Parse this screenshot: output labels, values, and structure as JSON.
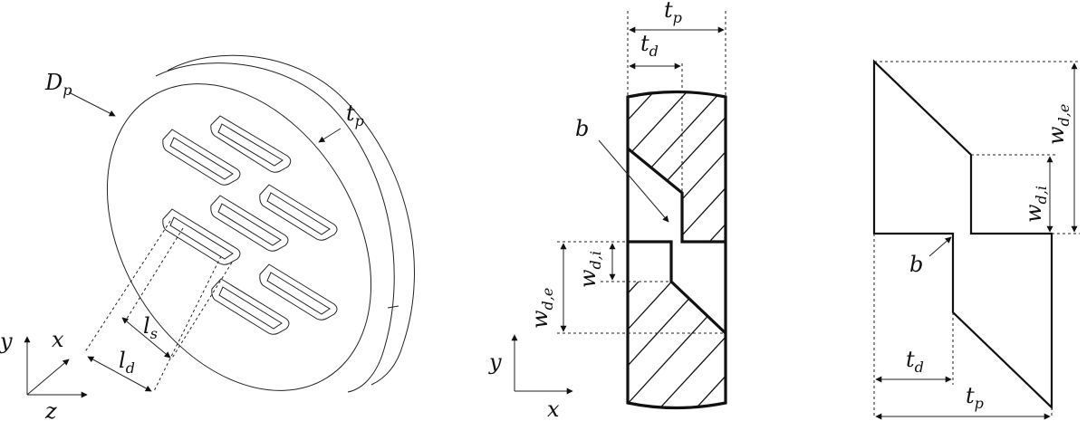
{
  "labels": {
    "plate_diameter": "D",
    "plate_diameter_sub": "p",
    "plate_thickness": "t",
    "plate_thickness_sub": "p",
    "slot_spacing": "l",
    "slot_spacing_sub": "s",
    "slot_length": "l",
    "slot_length_sub": "d",
    "die_depth": "t",
    "die_depth_sub": "d",
    "bearing": "b",
    "width": "w",
    "width_entry_sub": "d,e",
    "width_inner_sub": "d,i"
  },
  "axes": {
    "y": "y",
    "x": "x",
    "z": "z"
  }
}
